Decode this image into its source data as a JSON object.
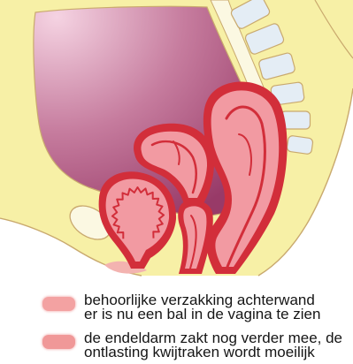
{
  "colors": {
    "skin": "#f7f0a6",
    "outline": "#c9a96e",
    "bone": "#fbf8e2",
    "vertebra": "#e4edf5",
    "cavity_top": "#f5d3e2",
    "cavity_mid": "#c67c9e",
    "cavity_bottom": "#983a68",
    "organ_wall": "#d22e3a",
    "organ_inner": "#f29aa2",
    "perineum": "#f3b3b0"
  },
  "legend": {
    "items": [
      {
        "color": "#f3a2a2",
        "lines": [
          "behoorlijke verzakking achterwand",
          "er is nu een bal in de vagina te zien"
        ]
      },
      {
        "color": "#f09898",
        "lines": [
          "de endeldarm zakt nog verder mee, de",
          "ontlasting kwijtraken wordt moeilijk"
        ]
      }
    ]
  }
}
